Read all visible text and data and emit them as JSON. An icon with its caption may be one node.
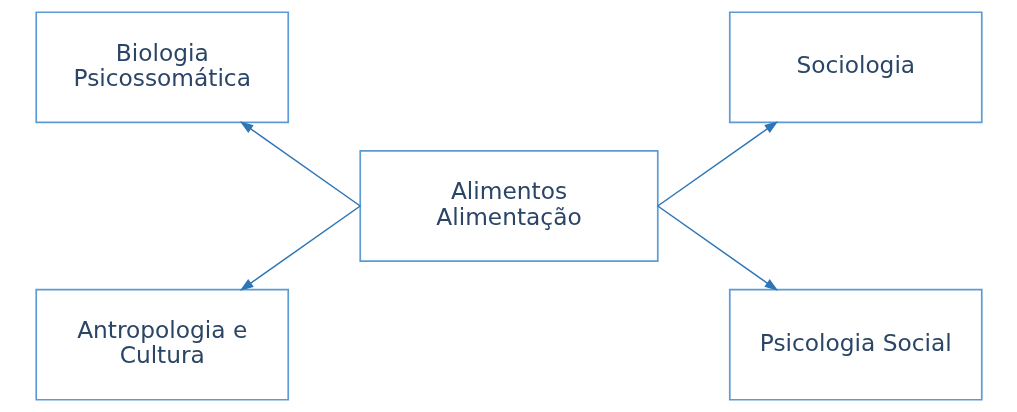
{
  "diagram": {
    "nodes": [
      {
        "text": [
          "Biologia Psicossomática"
        ]
      },
      {
        "text": [
          "Sociologia"
        ]
      },
      {
        "text": [
          "Alimentos Alimentação"
        ]
      },
      {
        "text": [
          "Antropologia e Cultura"
        ]
      },
      {
        "text": [
          "Psicologia Social"
        ]
      }
    ],
    "edges": [
      {
        "from": 2,
        "to": 0,
        "arrow": "to"
      },
      {
        "from": 2,
        "to": 1,
        "arrow": "to"
      },
      {
        "from": 2,
        "to": 3,
        "arrow": "to"
      },
      {
        "from": 2,
        "to": 4,
        "arrow": "to"
      }
    ]
  }
}
